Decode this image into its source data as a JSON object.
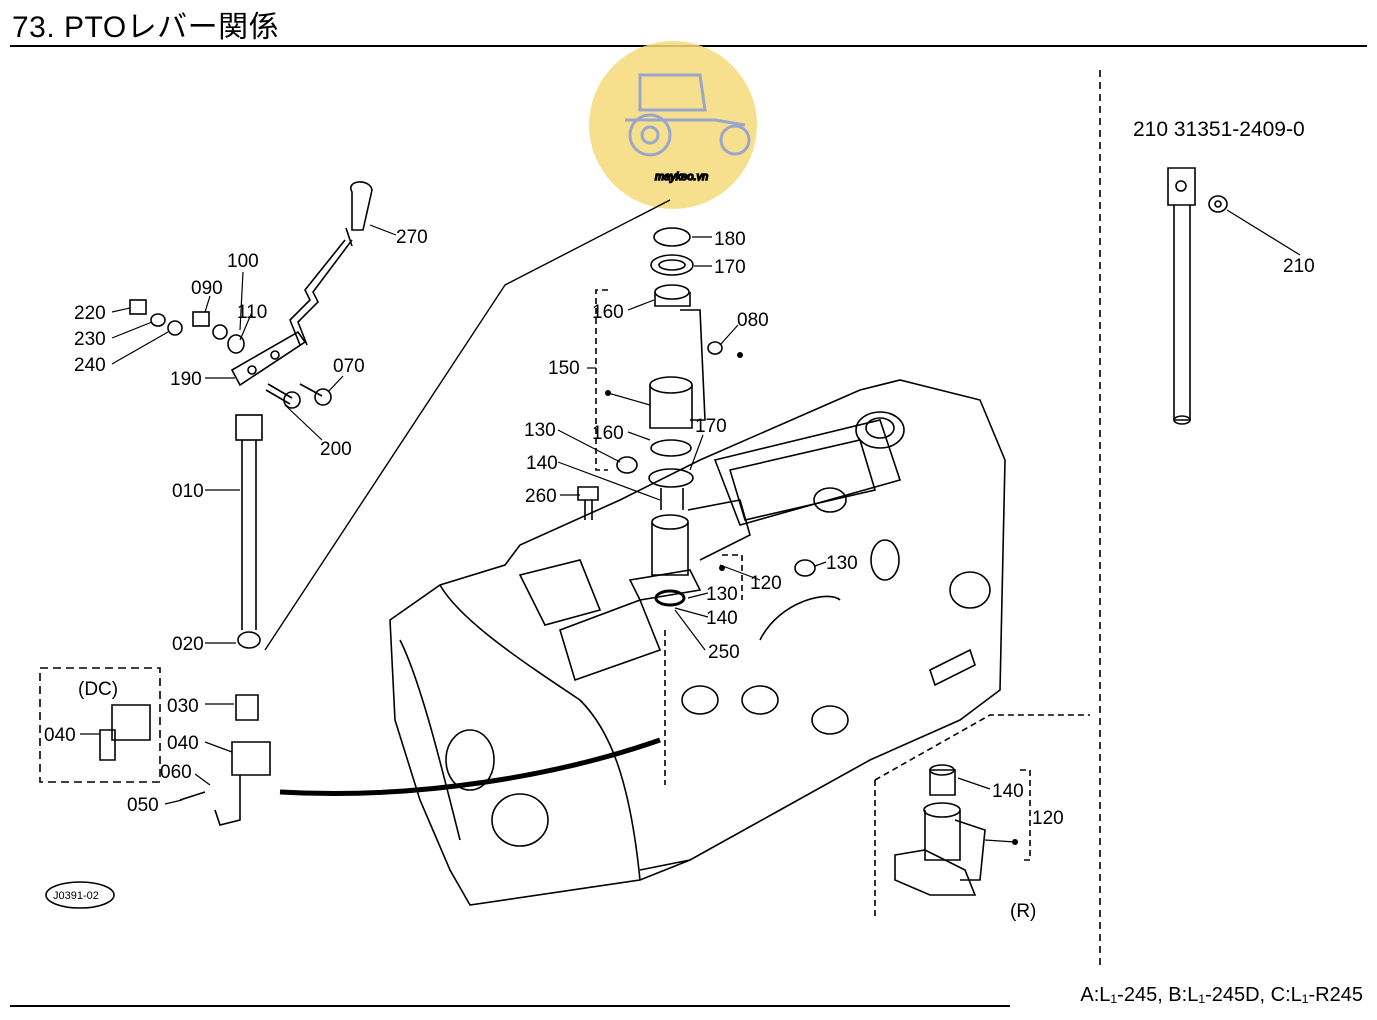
{
  "page": {
    "title": "73. PTOレバー関係",
    "part_ref": "210   31351-2409-0",
    "footer_models": "A:L₁-245, B:L₁-245D, C:L₁-R245",
    "figure_code": "J0391-02",
    "watermark_text": "maykeo.vn"
  },
  "callouts": {
    "c270": "270",
    "c100": "100",
    "c090": "090",
    "c110": "110",
    "c220": "220",
    "c230": "230",
    "c240": "240",
    "c190": "190",
    "c070": "070",
    "c200": "200",
    "c010": "010",
    "c020": "020",
    "c030": "030",
    "c040a": "040",
    "c040b": "040",
    "c060": "060",
    "c050": "050",
    "c180": "180",
    "c170a": "170",
    "c160a": "160",
    "c080": "080",
    "c150": "150",
    "c130a": "130",
    "c160b": "160",
    "c170b": "170",
    "c140a": "140",
    "c260": "260",
    "c130b": "130",
    "c120a": "120",
    "c130c": "130",
    "c140b": "140",
    "c250": "250",
    "c140c": "140",
    "c120b": "120",
    "c210": "210"
  },
  "insets": {
    "dc": "(DC)",
    "r": "(R)"
  },
  "colors": {
    "watermark": "#f5da7a",
    "line": "#000000"
  }
}
